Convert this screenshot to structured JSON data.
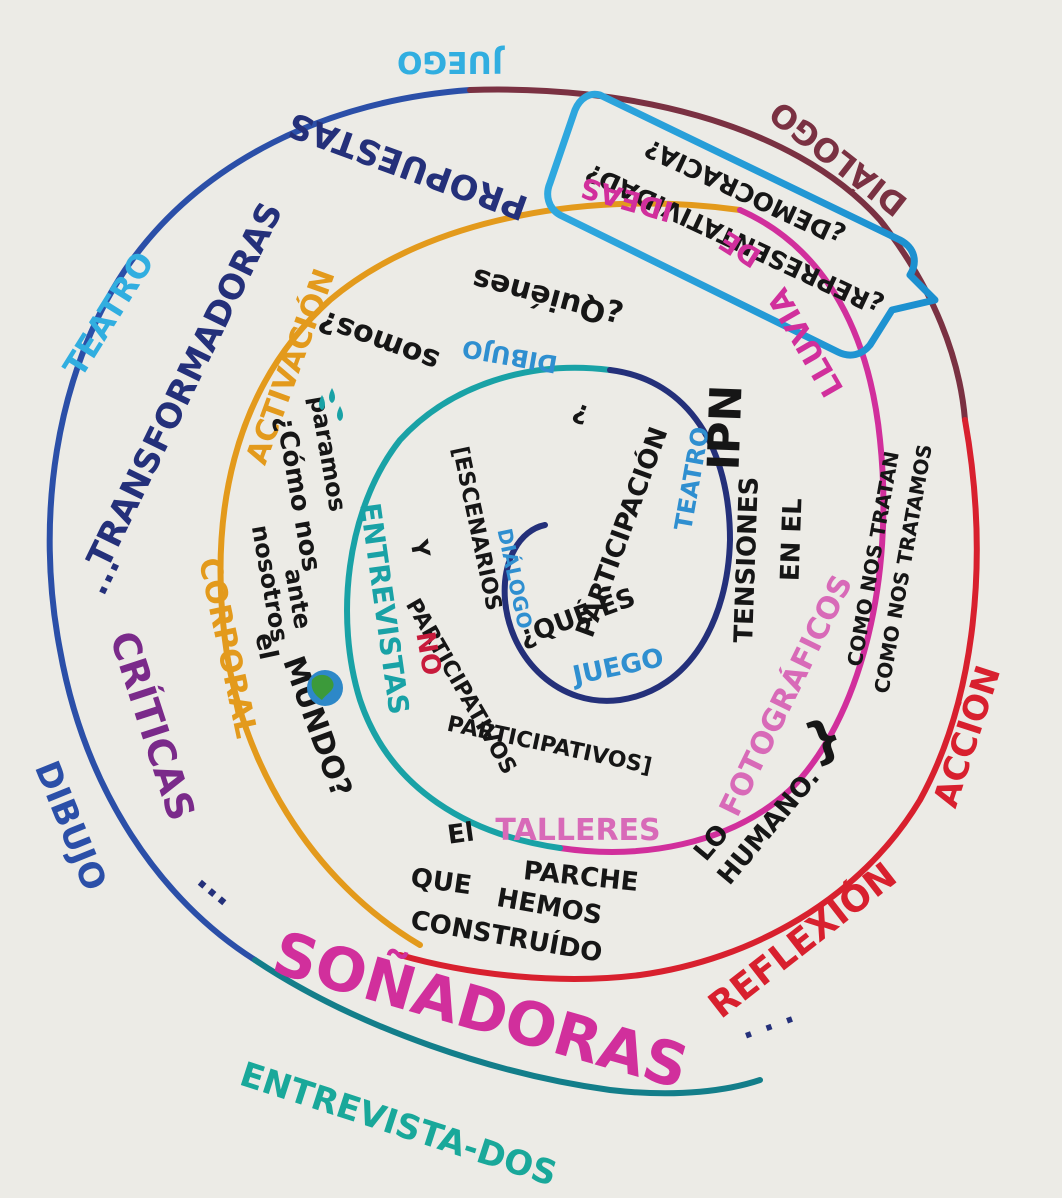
{
  "colors": {
    "paper": "#ecebe6",
    "outer_blue": "#2b4fa8",
    "teal_tail": "#137e8a",
    "brown": "#7a3142",
    "red": "#d8202e",
    "orange": "#e39a1c",
    "magenta": "#d12f9c",
    "cyan_teal": "#19a2a6",
    "navy": "#24307a",
    "ink": "#161616",
    "sky": "#31aee0"
  },
  "outer_ring": {
    "juego": "JUEGO",
    "teatro": "TEATRO",
    "dibujo": "DIBUJO",
    "entrevista_dos": "ENTREVISTA-DOS",
    "dialogo": "DIÁLOGO",
    "accion": "ACCIÓN",
    "reflexion": "REFLEXIÓN"
  },
  "words": {
    "propuestas": "PROPUESTAS",
    "transformadoras": "TRANSFORMADORAS",
    "criticas": "CRÍTICAS",
    "sonadoras": "SOÑADORAS",
    "ellipsis_a": "...",
    "ellipsis_b": "...",
    "ellipsis_c": "...",
    "ellipsis_d": ". . ."
  },
  "speech_bubble": {
    "line1": "¿DEMOCRACIA?",
    "line2": "¿REPRESENTATIVIDAD?"
  },
  "middle_ring": {
    "lluvia": "LLUVIA",
    "de": "DE",
    "ideas": "IDEAS",
    "activacion": "ACTIVACIÓN",
    "corporal": "CORPORAL",
    "talleres": "TALLERES",
    "fotograficos": "FOTOGRÁFICOS"
  },
  "questions": {
    "quienes": "¿Quiénes",
    "somos": "somos?",
    "como": "¿Cómo nos",
    "paramos": "paramos",
    "nosotros": "nosotros",
    "ante": "ante",
    "el": "el",
    "mundo": "MUNDO?"
  },
  "inner_ring": {
    "dibujo": "DIBUJO",
    "teatro": "TEATRO",
    "entrevistas": "ENTREVISTAS",
    "juego": "JUEGO",
    "dialogo": "DIÁLOGO"
  },
  "center": {
    "que_es": "¿QUÉ ES",
    "participacion": "PARTICIPACIÓN",
    "question_mark": "?",
    "escenarios": "[ESCENARIOS",
    "participativos": "PARTICIPATIVOS",
    "y": "Y",
    "no": "NO",
    "participativos2": "PARTICIPATIVOS]"
  },
  "right_block": {
    "tensiones": "TENSIONES",
    "en_el": "EN EL",
    "ipn": "IPN",
    "como_nos_tratan": "COMO NOS TRATAN",
    "como_nos_tratamos": "COMO NOS TRATAMOS",
    "lo": "LO",
    "humano": "HUMANO.",
    "brace": "}"
  },
  "bottom_block": {
    "el": "El",
    "parche": "PARCHE",
    "que": "QUE",
    "hemos": "HEMOS",
    "construido": "CONSTRUÍDO"
  }
}
